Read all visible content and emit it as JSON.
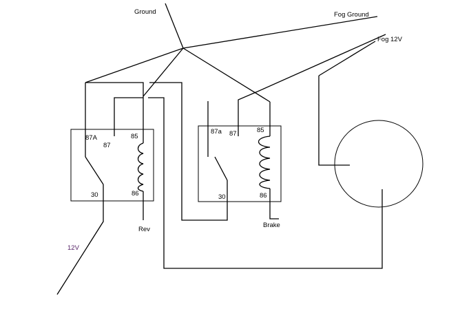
{
  "labels": {
    "ground": "Ground",
    "fog_ground": "Fog Ground",
    "fog_12v": "Fog 12V",
    "rev": "Rev",
    "brake": "Brake",
    "v12": "12V"
  },
  "relay1": {
    "pin_87a": "87A",
    "pin_87": "87",
    "pin_85": "85",
    "pin_30": "30",
    "pin_86": "86"
  },
  "relay2": {
    "pin_87a": "87a",
    "pin_87": "87",
    "pin_85": "85",
    "pin_30": "30",
    "pin_86": "86"
  },
  "colors": {
    "ink": "#000000",
    "label_purple": "#552266",
    "background": "#ffffff"
  }
}
